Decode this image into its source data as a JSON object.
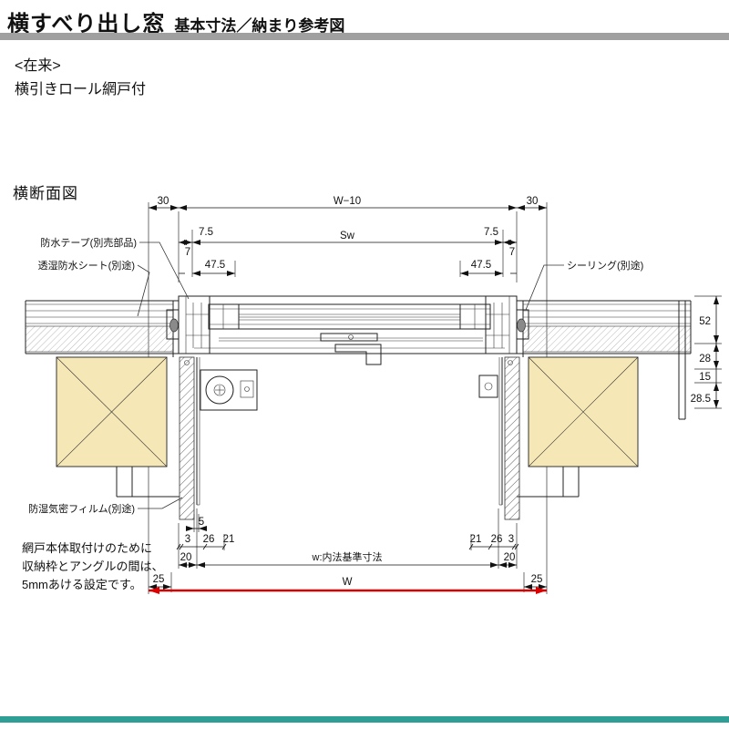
{
  "header": {
    "title": "横すべり出し窓",
    "subtitle": "基本寸法／納まり参考図"
  },
  "labels": {
    "construction_type": "<在来>",
    "screen_type": "横引きロール網戸付",
    "section": "横断面図"
  },
  "annotations": {
    "waterproof_tape": "防水テープ(別売部品)",
    "breathable_sheet": "透湿防水シート(別途)",
    "sealing": "シーリング(別途)",
    "moisture_film": "防湿気密フィルム(別途)",
    "note_lines": [
      "網戸本体取付けのために",
      "収納枠とアングルの間は、",
      "5mmあける設定です。"
    ]
  },
  "dims": {
    "top": {
      "left30": "30",
      "wMinus10": "W−10",
      "right30": "30"
    },
    "mid": {
      "left75": "7.5",
      "sw": "Sw",
      "right75": "7.5",
      "left7": "7",
      "left475": "47.5",
      "right475": "47.5",
      "right7": "7"
    },
    "right_chain": {
      "d52": "52",
      "d28": "28",
      "d15": "15",
      "d285": "28.5"
    },
    "bottom": {
      "d5": "5",
      "l3": "3",
      "l26": "26",
      "l21": "21",
      "r21": "21",
      "r26": "26",
      "r3": "3",
      "l20": "20",
      "w_inner": "w:内法基準寸法",
      "r20": "20",
      "l25": "25",
      "r25": "25",
      "w": "W"
    }
  },
  "colors": {
    "accent_red": "#dd0000",
    "header_bar": "#a0a0a0",
    "footer_bar": "#2f9e94",
    "wall_fill": "#f6e8b6"
  }
}
